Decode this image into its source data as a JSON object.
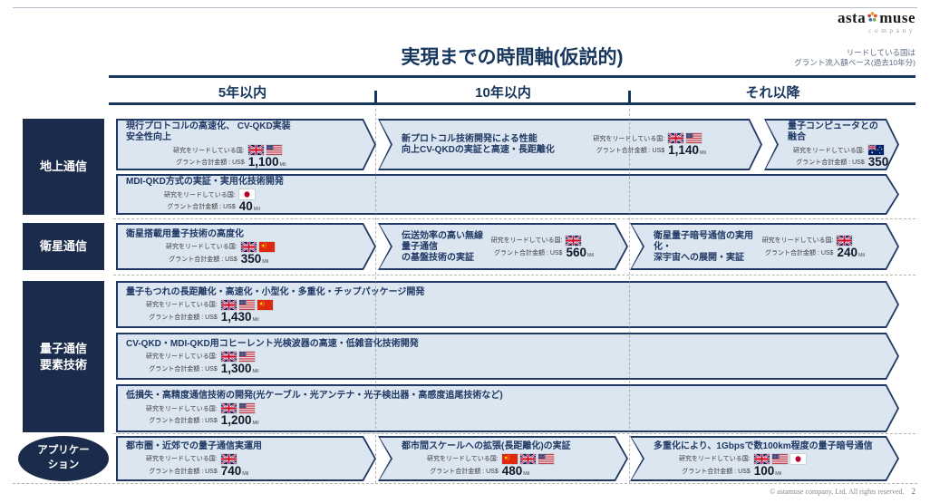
{
  "logo": {
    "asta": "asta",
    "muse": "muse",
    "company": "company"
  },
  "header": {
    "title": "実現までの時間軸(仮説的)",
    "note": "リードしている国は\nグラント流入額ベース(過去10年分)"
  },
  "columns": [
    "5年以内",
    "10年以内",
    "それ以降"
  ],
  "labels": {
    "lead": "研究をリードしている国:",
    "grant": "グラント合計金額 : US$",
    "unit": "Mil"
  },
  "colors": {
    "accent_navy": "#1f3864",
    "box_fill": "#dce6f1",
    "label_bg": "#1b2b4b"
  },
  "rows": [
    {
      "label": "地上通信",
      "boxes": [
        {
          "title": "現行プロトコルの高速化、 CV-QKD実装\n安全性向上",
          "flags": [
            "uk",
            "us"
          ],
          "amount": "1,100"
        },
        {
          "title": "新プロトコル技術開発による性能\n向上CV-QKDの実証と高速・長距離化",
          "flags": [
            "uk",
            "us"
          ],
          "amount": "1,140"
        },
        {
          "title": "量子コンピュータとの融合",
          "flags": [
            "au"
          ],
          "amount": "350"
        },
        {
          "title": "MDI-QKD方式の実証・実用化技術開発",
          "flags": [
            "jp"
          ],
          "amount": "40"
        }
      ]
    },
    {
      "label": "衛星通信",
      "boxes": [
        {
          "title": "衛星搭載用量子技術の高度化",
          "flags": [
            "uk",
            "cn"
          ],
          "amount": "350"
        },
        {
          "title": "伝送効率の高い無線量子通信\nの基盤技術の実証",
          "flags": [
            "uk"
          ],
          "amount": "560"
        },
        {
          "title": "衛星量子暗号通信の実用化・\n深宇宙への展開・実証",
          "flags": [
            "uk"
          ],
          "amount": "240"
        }
      ]
    },
    {
      "label": "量子通信\n要素技術",
      "boxes": [
        {
          "title": "量子もつれの長距離化・高速化・小型化・多重化・チップパッケージ開発",
          "flags": [
            "uk",
            "us",
            "cn"
          ],
          "amount": "1,430"
        },
        {
          "title": "CV-QKD・MDI-QKD用コヒーレント光検波器の高速・低雑音化技術開発",
          "flags": [
            "uk",
            "us"
          ],
          "amount": "1,300"
        },
        {
          "title": "低損失・高精度通信技術の開発(光ケーブル・光アンテナ・光子検出器・高感度追尾技術など)",
          "flags": [
            "uk",
            "us"
          ],
          "amount": "1,200"
        }
      ]
    },
    {
      "label": "アプリケー\nション",
      "boxes": [
        {
          "title": "都市圏・近郊での量子通信実運用",
          "flags": [
            "uk"
          ],
          "amount": "740"
        },
        {
          "title": "都市間スケールへの拡張(長距離化)の実証",
          "flags": [
            "cn",
            "uk",
            "us"
          ],
          "amount": "480"
        },
        {
          "title": "多重化により、1Gbpsで数100km程度の量子暗号通信",
          "flags": [
            "uk",
            "us",
            "jp"
          ],
          "amount": "100"
        }
      ]
    }
  ],
  "footer": {
    "copyright": "© astamuse company, Ltd. All rights reserved.",
    "page": "2"
  }
}
